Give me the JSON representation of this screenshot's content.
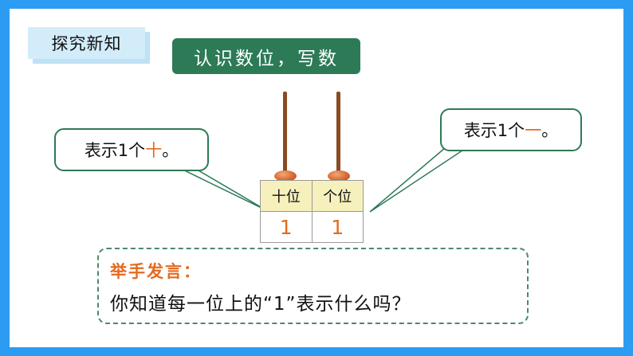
{
  "section_tag": "探究新知",
  "title": "认识数位，写数",
  "place_value_table": {
    "headers": [
      "十位",
      "个位"
    ],
    "values": [
      "1",
      "1"
    ]
  },
  "callout_left": {
    "prefix": "表示1个",
    "highlight": "十",
    "suffix": "。"
  },
  "callout_right": {
    "prefix": "表示1个",
    "highlight": "一",
    "suffix": "。"
  },
  "prompt": {
    "heading": "举手发言：",
    "question": "你知道每一位上的“1”表示什么吗？"
  },
  "colors": {
    "frame": "#2c9cf2",
    "title_bg": "#2d7a56",
    "accent": "#e56a1f",
    "table_header_bg": "#f6f0bd",
    "bead": "#d66c34",
    "rod": "#8a4a22"
  }
}
